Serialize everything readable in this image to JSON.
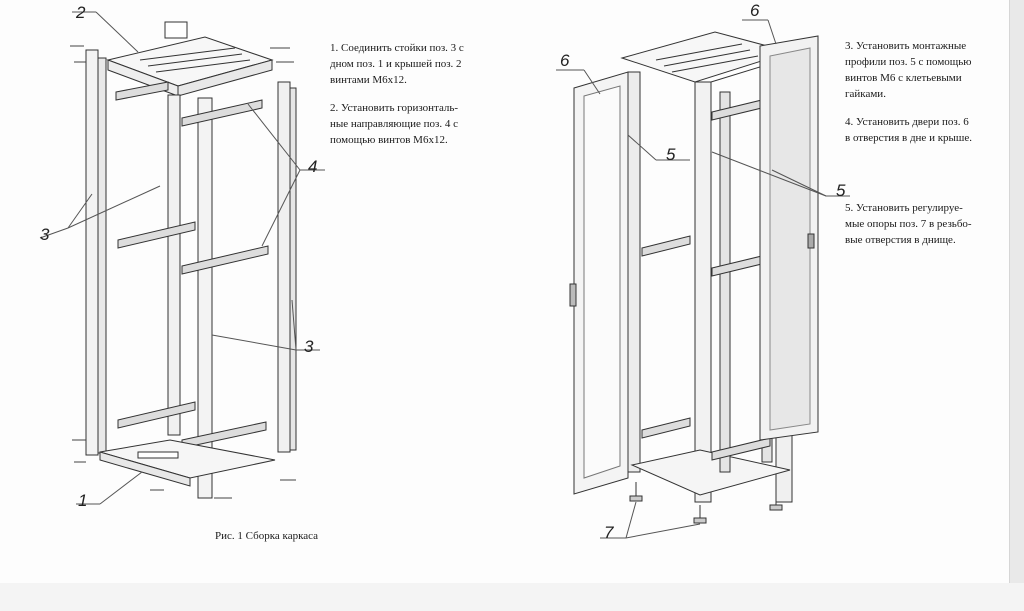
{
  "callouts": {
    "left": {
      "c2": "2",
      "c3a": "3",
      "c4": "4",
      "c3b": "3",
      "c1": "1"
    },
    "right": {
      "c6a": "6",
      "c6b": "6",
      "c5a": "5",
      "c5b": "5",
      "c7": "7"
    }
  },
  "instructions_left": {
    "step1": "1. Соединить стойки поз. 3 с\nдном поз. 1 и крышей поз. 2\nвинтами М6х12.",
    "step2": "2. Установить горизонталь-\nные направляющие поз. 4 с\nпомощью винтов М6х12."
  },
  "instructions_right": {
    "step3": "3. Установить монтажные\nпрофили поз. 5 с помощью\nвинтов М6 с клетьевыми\nгайками.",
    "step4": "4. Установить двери поз. 6\nв отверстия в дне и крыше.",
    "step5": "5. Установить регулируе-\nмые опоры поз. 7 в резьбо-\nвые отверстия в днище."
  },
  "caption": "Рис. 1 Сборка каркаса"
}
